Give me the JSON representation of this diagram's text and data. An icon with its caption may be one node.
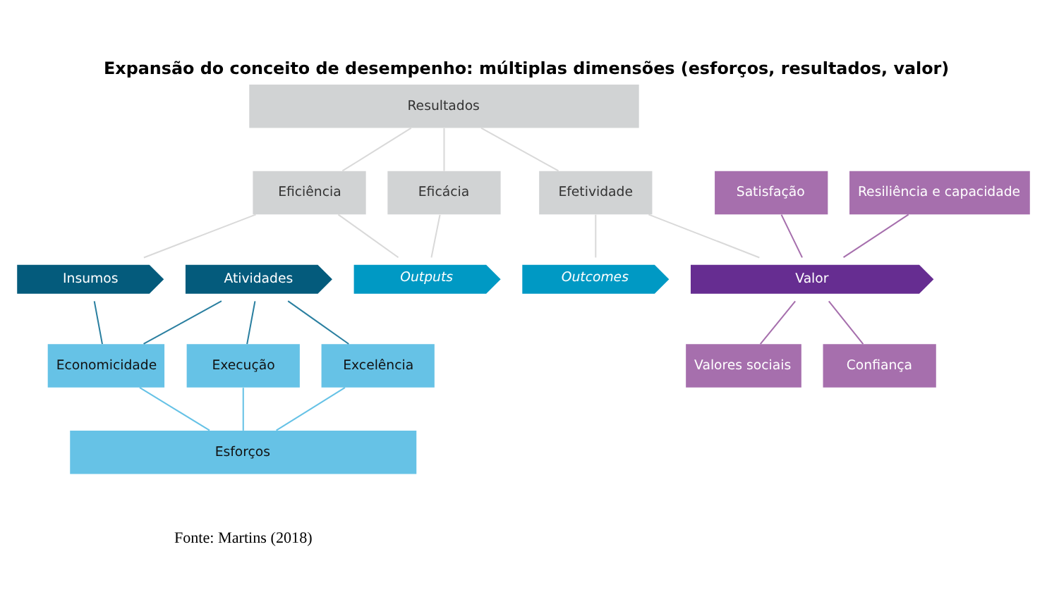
{
  "diagram": {
    "title": "Expansão do conceito de desempenho: múltiplas dimensões (esforços, resultados, valor)",
    "caption": "Fonte: Martins (2018)",
    "nodes": [
      {
        "text": [
          "Resultados"
        ]
      },
      {
        "text": [
          "Eficiência"
        ]
      },
      {
        "text": [
          "Eficácia"
        ]
      },
      {
        "text": [
          "Efetividade"
        ]
      },
      {
        "text": [
          "Satisfação"
        ]
      },
      {
        "text": [
          "Resiliência e capacidade"
        ]
      },
      {
        "text": [
          "Insumos"
        ]
      },
      {
        "text": [
          "Atividades"
        ]
      },
      {
        "text": [
          "Outputs"
        ]
      },
      {
        "text": [
          "Outcomes"
        ]
      },
      {
        "text": [
          "Valor"
        ]
      },
      {
        "text": [
          "Economicidade"
        ]
      },
      {
        "text": [
          "Excelência"
        ]
      },
      {
        "text": [
          "Execução"
        ]
      },
      {
        "text": [
          "Confiança"
        ]
      },
      {
        "text": [
          "Valores sociais"
        ]
      },
      {
        "text": [
          "Esforços"
        ]
      }
    ],
    "edges": [
      {
        "from": 0,
        "to": 1,
        "arrow": "none"
      },
      {
        "from": 0,
        "to": 2,
        "arrow": "none"
      },
      {
        "from": 0,
        "to": 3,
        "arrow": "none"
      },
      {
        "from": 1,
        "to": 6,
        "arrow": "none"
      },
      {
        "from": 1,
        "to": 8,
        "arrow": "none"
      },
      {
        "from": 2,
        "to": 8,
        "arrow": "none"
      },
      {
        "from": 3,
        "to": 9,
        "arrow": "none"
      },
      {
        "from": 3,
        "to": 10,
        "arrow": "none"
      },
      {
        "from": 4,
        "to": 10,
        "arrow": "none",
        "color": "#a66fad"
      },
      {
        "from": 5,
        "to": 10,
        "arrow": "none",
        "color": "#a66fad"
      },
      {
        "from": 6,
        "to": 11,
        "arrow": "none",
        "color": "#2a7fa0"
      },
      {
        "from": 7,
        "to": 11,
        "arrow": "none",
        "color": "#2a7fa0"
      },
      {
        "from": 7,
        "to": 12,
        "arrow": "none",
        "color": "#2a7fa0"
      },
      {
        "from": 7,
        "to": 13,
        "arrow": "none",
        "color": "#2a7fa0"
      },
      {
        "from": 10,
        "to": 14,
        "arrow": "none",
        "color": "#a66fad"
      },
      {
        "from": 10,
        "to": 15,
        "arrow": "none",
        "color": "#a66fad"
      },
      {
        "from": 11,
        "to": 16,
        "arrow": "none",
        "color": "#66c2e6"
      },
      {
        "from": 12,
        "to": 16,
        "arrow": "none",
        "color": "#66c2e6"
      },
      {
        "from": 13,
        "to": 16,
        "arrow": "none",
        "color": "#66c2e6"
      }
    ]
  }
}
